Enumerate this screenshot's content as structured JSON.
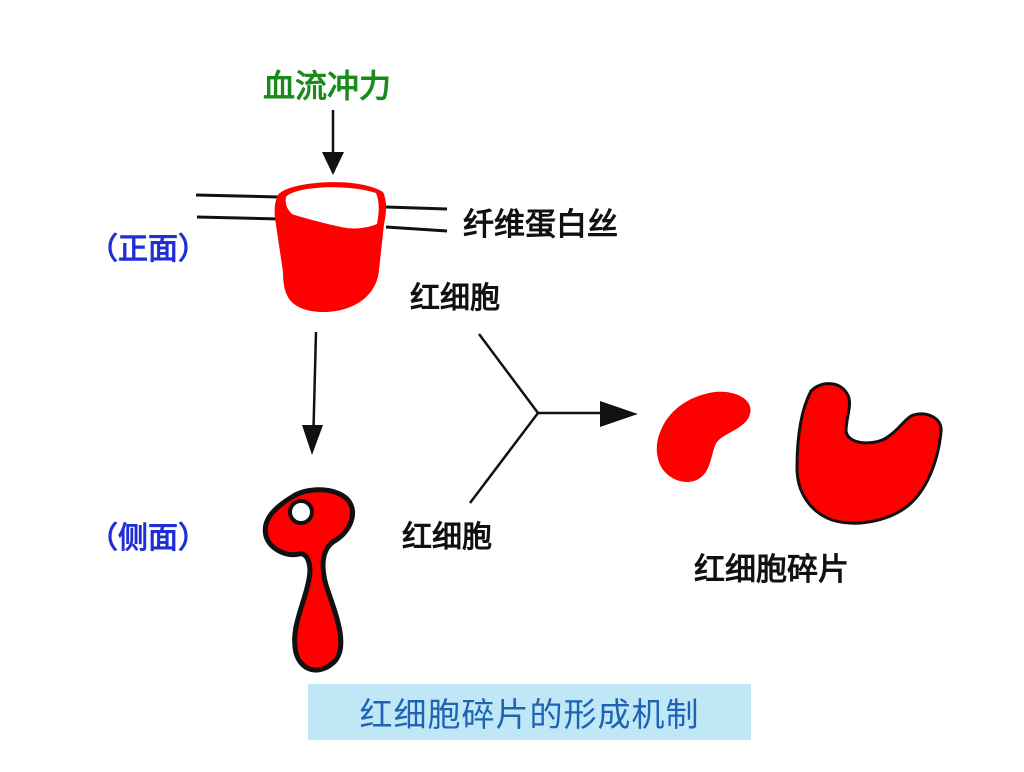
{
  "labels": {
    "force": "血流冲力",
    "fibrin": "纤维蛋白丝",
    "front": "（正面）",
    "rbc_top": "红细胞",
    "side": "（侧面）",
    "rbc_bottom": "红细胞",
    "fragment": "红细胞碎片"
  },
  "caption": "红细胞碎片的形成机制",
  "colors": {
    "cell": "#ff0000",
    "outline": "#111111",
    "force_label": "#1a8a1a",
    "view_label": "#1f2fd6",
    "caption_bg": "#bfe7f5",
    "caption_text": "#1f63b5"
  }
}
